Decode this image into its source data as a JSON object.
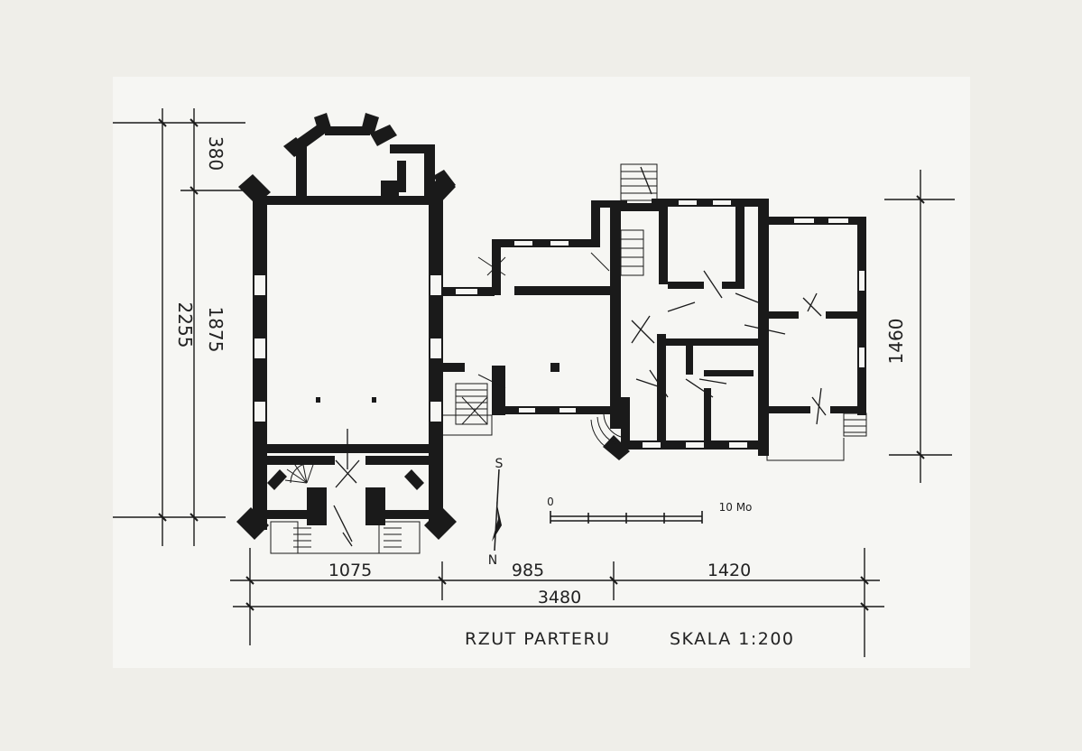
{
  "dimensions": {
    "left_outer": "2255",
    "left_inner": "1875",
    "left_apse": "380",
    "right_height": "1460",
    "bottom_seg1": "1075",
    "bottom_seg2": "985",
    "bottom_seg3": "1420",
    "bottom_total": "3480"
  },
  "compass": {
    "south": "S",
    "north": "N"
  },
  "scale_bar": {
    "zero": "0",
    "end": "10 Mo"
  },
  "caption": {
    "title": "RZUT PARTERU",
    "scale": "SKALA 1:200"
  }
}
